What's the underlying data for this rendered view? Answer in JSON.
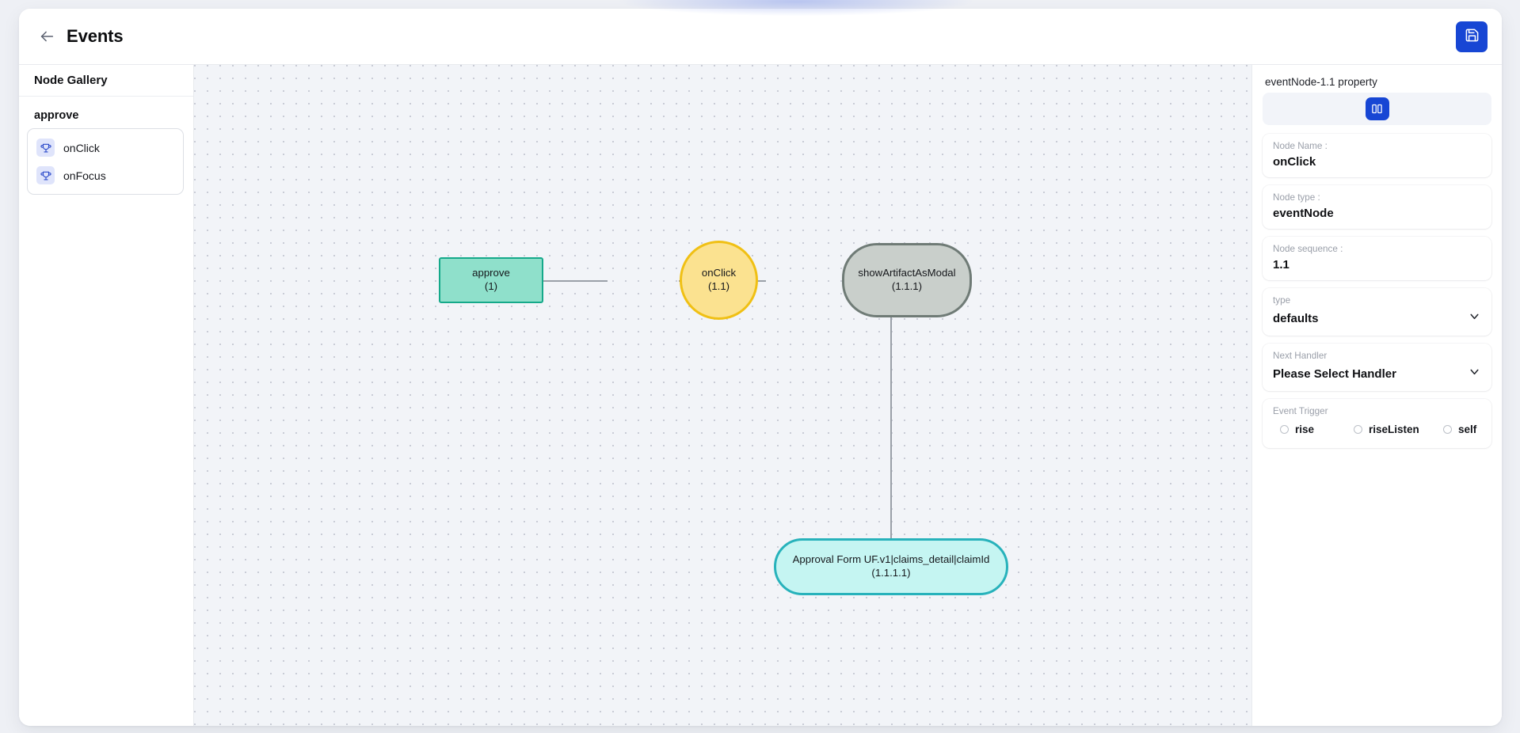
{
  "header": {
    "back_icon": "arrow-left-icon",
    "title": "Events",
    "save_icon": "save-floppy-icon"
  },
  "gallery": {
    "heading": "Node Gallery",
    "group_title": "approve",
    "items": [
      {
        "label": "onClick",
        "icon": "trophy-icon"
      },
      {
        "label": "onFocus",
        "icon": "trophy-icon"
      }
    ]
  },
  "canvas": {
    "nodes": [
      {
        "id": "approve",
        "title": "approve",
        "sequence": "(1)",
        "shape": "rect",
        "color": "#8fe0cb",
        "border": "#15a98a"
      },
      {
        "id": "onClick",
        "title": "onClick",
        "sequence": "(1.1)",
        "shape": "circle",
        "color": "#fbe290",
        "border": "#f0c014"
      },
      {
        "id": "showArtifactAsModal",
        "title": "showArtifactAsModal",
        "sequence": "(1.1.1)",
        "shape": "pill",
        "color": "#c9cfcb",
        "border": "#6f7b76"
      },
      {
        "id": "approvalForm",
        "title": "Approval Form UF.v1|claims_detail|claimId",
        "sequence": "(1.1.1.1)",
        "shape": "pill",
        "color": "#c5f5f2",
        "border": "#27b2bb"
      }
    ]
  },
  "property_panel": {
    "title": "eventNode-1.1 property",
    "toggle_icon": "panel-columns-icon",
    "fields": [
      {
        "label": "Node Name :",
        "value": "onClick",
        "kind": "text"
      },
      {
        "label": "Node type :",
        "value": "eventNode",
        "kind": "text"
      },
      {
        "label": "Node sequence :",
        "value": "1.1",
        "kind": "text"
      },
      {
        "label": "type",
        "value": "defaults",
        "kind": "select"
      },
      {
        "label": "Next Handler",
        "value": "Please Select Handler",
        "kind": "select"
      }
    ],
    "event_trigger": {
      "label": "Event Trigger",
      "options": [
        {
          "label": "rise",
          "checked": false
        },
        {
          "label": "riseListen",
          "checked": false
        },
        {
          "label": "self",
          "checked": false
        }
      ]
    }
  },
  "colors": {
    "accent": "#1746d4",
    "canvas_bg": "#f2f4f8",
    "page_bg": "#eef0f5"
  }
}
